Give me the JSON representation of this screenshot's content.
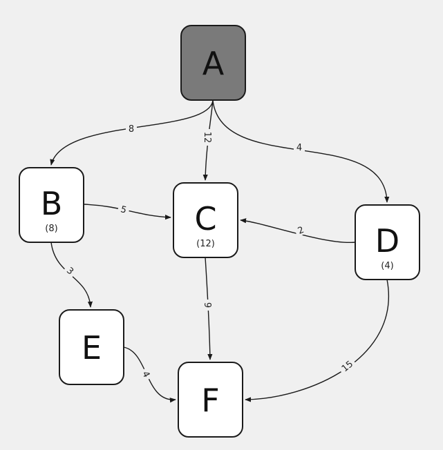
{
  "colors": {
    "background": "#f0f0f0",
    "node_fill": "#ffffff",
    "start_node_fill": "#7a7a7a",
    "stroke": "#1a1a1a"
  },
  "nodes": [
    {
      "id": "A",
      "label": "A",
      "sub": "",
      "start": true
    },
    {
      "id": "B",
      "label": "B",
      "sub": "(8)"
    },
    {
      "id": "C",
      "label": "C",
      "sub": "(12)"
    },
    {
      "id": "D",
      "label": "D",
      "sub": "(4)"
    },
    {
      "id": "E",
      "label": "E",
      "sub": ""
    },
    {
      "id": "F",
      "label": "F",
      "sub": ""
    }
  ],
  "edges": [
    {
      "from": "A",
      "to": "B",
      "weight": "8"
    },
    {
      "from": "A",
      "to": "C",
      "weight": "12"
    },
    {
      "from": "A",
      "to": "D",
      "weight": "4"
    },
    {
      "from": "B",
      "to": "C",
      "weight": "5"
    },
    {
      "from": "B",
      "to": "E",
      "weight": "3"
    },
    {
      "from": "D",
      "to": "C",
      "weight": "2"
    },
    {
      "from": "C",
      "to": "F",
      "weight": "9"
    },
    {
      "from": "E",
      "to": "F",
      "weight": "4"
    },
    {
      "from": "D",
      "to": "F",
      "weight": "15"
    }
  ]
}
